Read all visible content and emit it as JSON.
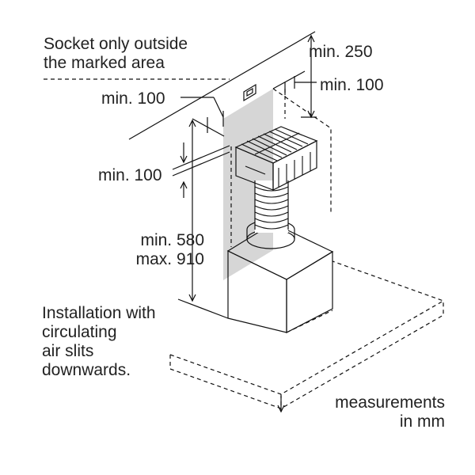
{
  "labels": {
    "socket_note_1": "Socket only outside",
    "socket_note_2": "the marked area",
    "min_250": "min. 250",
    "min_100_right": "min. 100",
    "min_100_top_left": "min. 100",
    "min_100_mid_left": "min. 100",
    "min_580": "min. 580",
    "max_910": "max. 910",
    "install_1": "Installation with",
    "install_2": "circulating",
    "install_3": "air slits",
    "install_4": "downwards.",
    "measure_1": "measurements",
    "measure_2": "in mm"
  },
  "colors": {
    "line": "#111111",
    "zone": "#d6d6d6",
    "text": "#222222"
  }
}
